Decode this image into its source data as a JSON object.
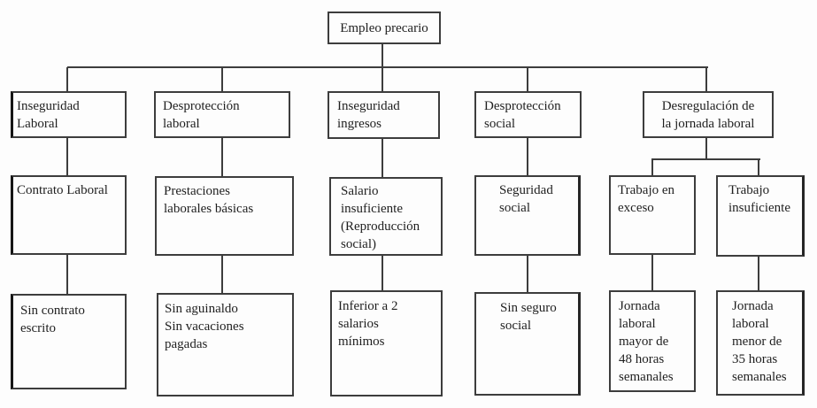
{
  "diagram": {
    "title": "Empleo precario",
    "columns": [
      {
        "level2": "Inseguridad\nLaboral",
        "level3": "Contrato Laboral",
        "level4": "Sin contrato\nescrito"
      },
      {
        "level2": "Desprotección\nlaboral",
        "level3": "Prestaciones\nlaborales básicas",
        "level4": "Sin aguinaldo\nSin vacaciones\npagadas"
      },
      {
        "level2": "Inseguridad\ningresos",
        "level3": "Salario\ninsuficiente\n(Reproducción\nsocial)",
        "level4": "Inferior a 2\nsalarios\nmínimos"
      },
      {
        "level2": "Desprotección\nsocial",
        "level3": "Seguridad\nsocial",
        "level4": "Sin seguro\nsocial"
      },
      {
        "level2": "Desregulación de\nla jornada laboral",
        "branches": [
          {
            "level3": "Trabajo en\nexceso",
            "level4": "Jornada\nlaboral\nmayor de\n48 horas\nsemanales"
          },
          {
            "level3": "Trabajo\ninsuficiente",
            "level4": "Jornada\nlaboral\nmenor de\n35 horas\nsemanales"
          }
        ]
      }
    ],
    "colors": {
      "box_border": "#3d3d3d",
      "connector": "#3d3d3d",
      "text": "#1f1f1f",
      "background": "#fdfdfd"
    }
  }
}
